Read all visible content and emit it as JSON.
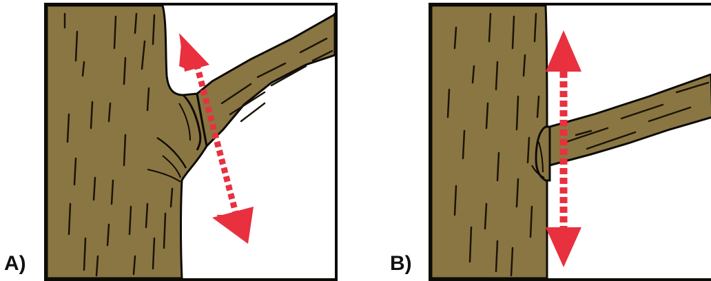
{
  "panels": [
    {
      "id": "A",
      "label": "A)",
      "cut_type": "angled",
      "arrow_color": "#e8303f"
    },
    {
      "id": "B",
      "label": "B)",
      "cut_type": "straight",
      "arrow_color": "#e8303f"
    }
  ],
  "colors": {
    "bark": "#8a7642",
    "bark_dark": "#1a1408",
    "outline": "#0d0b06",
    "background": "#ffffff",
    "arrow": "#e8303f"
  }
}
